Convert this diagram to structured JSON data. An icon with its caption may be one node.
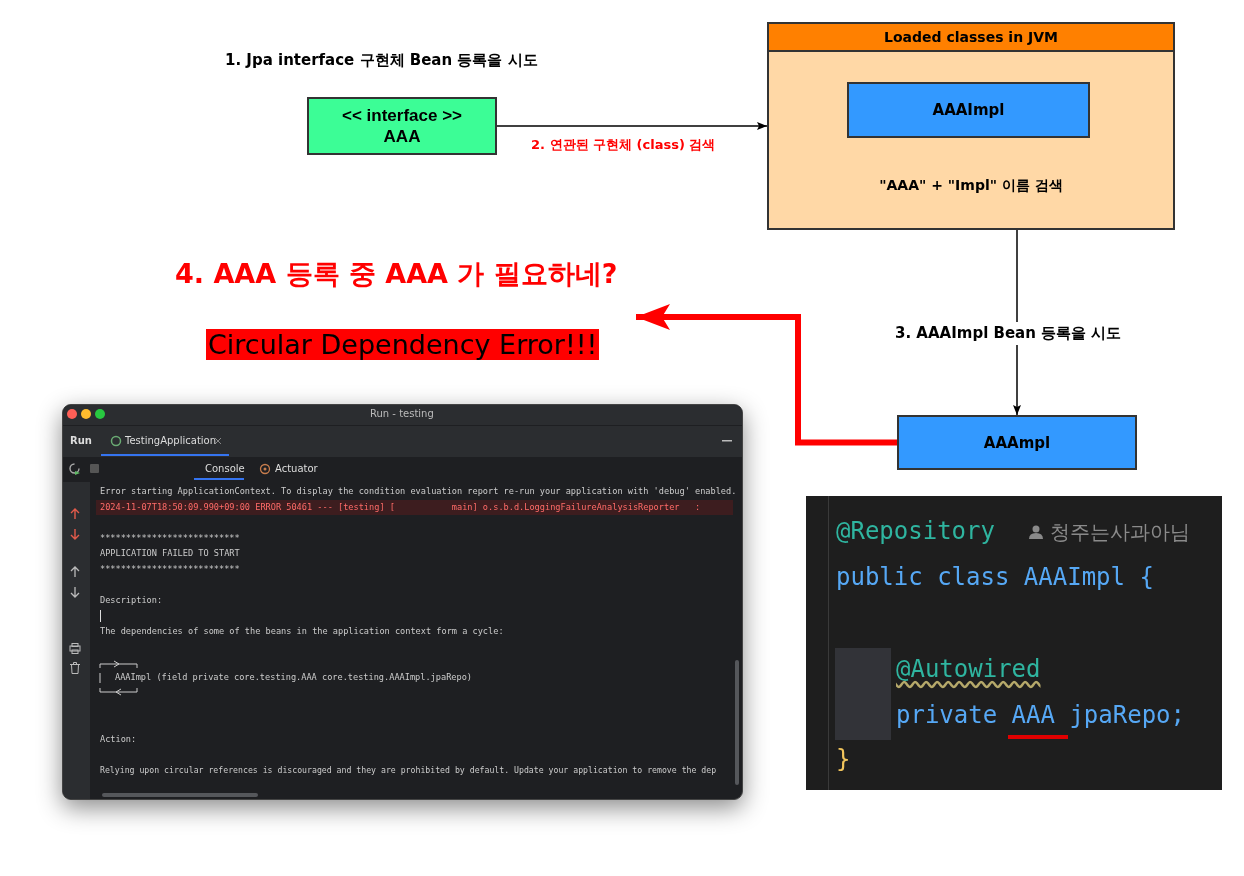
{
  "diagram": {
    "nodes": [
      {
        "text": [
          "<< interface >>",
          "AAA"
        ]
      },
      {
        "text": [
          "Loaded classes in JVM",
          "\"AAA\" + \"Impl\" 이름 검색"
        ]
      },
      {
        "text": [
          "AAAImpl"
        ],
        "in": 1
      },
      {
        "text": [
          "AAAmpl"
        ]
      }
    ],
    "edges": [
      {
        "from": 0,
        "to": 1,
        "arrow": "to",
        "label": "2. 연관된 구현체 (class) 검색"
      },
      {
        "from": 1,
        "to": 3,
        "arrow": "to",
        "label": "3. AAAImpl Bean 등록을 시도"
      },
      {
        "from": 3,
        "to": null,
        "arrow": "to",
        "style": "thick",
        "color": "#ff0000"
      }
    ],
    "labels": [
      "1. Jpa interface 구현체 Bean 등록을 시도",
      "4. AAA 등록 중 AAA 가 필요하네?",
      "Circular Dependency Error!!!",
      "Run - testing",
      "Run",
      "TestingApplication",
      "Console",
      "Actuator",
      "Error starting ApplicationContext. To display the condition evaluation report re-run your application with 'debug' enabled.",
      "2024-11-07T18:50:09.990+09:00 ERROR 50461 --- [testing] [           main] o.s.b.d.LoggingFailureAnalysisReporter   :",
      "***************************",
      "APPLICATION FAILED TO START",
      "***************************",
      "Description:",
      "The dependencies of some of the beans in the application context form a cycle:",
      "AAAImpl (field private core.testing.AAA core.testing.AAAImpl.jpaRepo)",
      "Action:",
      "Relying upon circular references is discouraged and they are prohibited by default. Update your application to remove the dep",
      "@Repository",
      "청주는사과아님",
      "public class AAAImpl {",
      "@Autowired",
      "private AAA jpaRepo;",
      "}"
    ]
  }
}
